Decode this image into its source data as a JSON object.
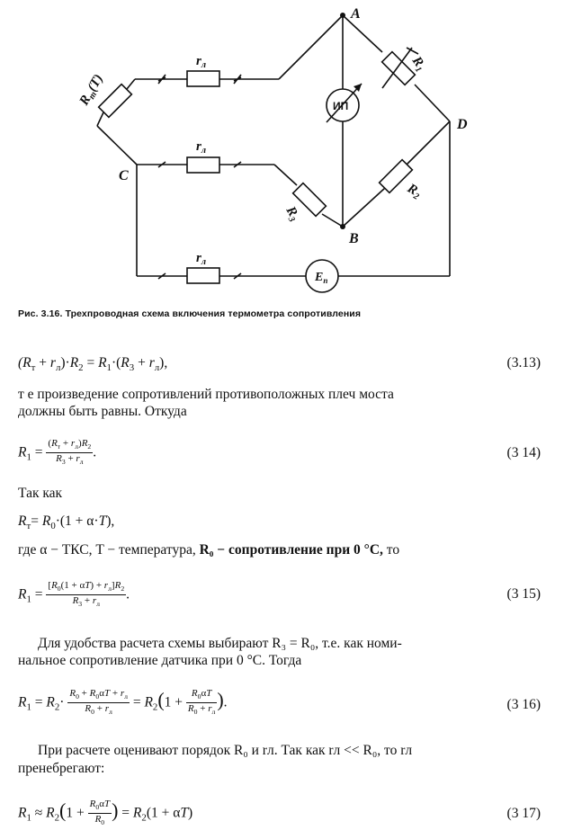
{
  "figure": {
    "labels": {
      "A": "A",
      "B": "B",
      "C": "C",
      "D": "D",
      "rl": "r",
      "rl_sub": "л",
      "RT": "R",
      "RT_sub": "т",
      "RT_arg": "(T)",
      "R1": "R",
      "R1_sub": "1",
      "R2": "R",
      "R2_sub": "2",
      "R3": "R",
      "R3_sub": "3",
      "meter": "ИП",
      "source": "E",
      "source_sub": "п"
    },
    "caption": "Рис. 3.16. Трехпроводная схема включения термометра сопротивления"
  },
  "text": {
    "eq313": "(3.13)",
    "p1_line1": "т е  произведение  сопротивлений  противоположных  плеч  моста",
    "p1_line2": "должны быть равны. Откуда",
    "eq314": "(3 14)",
    "p2": "Так как",
    "p3": "где α − ТКС, T − температура,",
    "p3_mid": "R₀ − сопротивление при 0 °С,",
    "p3_end": "то",
    "eq315": "(3 15)",
    "p4_line1": "Для удобства расчета схемы выбирают R₃ = R₀, т.е. как номи-",
    "p4_line2": "нальное сопротивление датчика при 0 °С. Тогда",
    "eq316": "(3 16)",
    "p5_line1": "При расчете оценивают порядок R₀ и rл. Так как rл << R₀, то rл",
    "p5_line2": "пренебрегают:",
    "eq317": "(3 17)"
  }
}
